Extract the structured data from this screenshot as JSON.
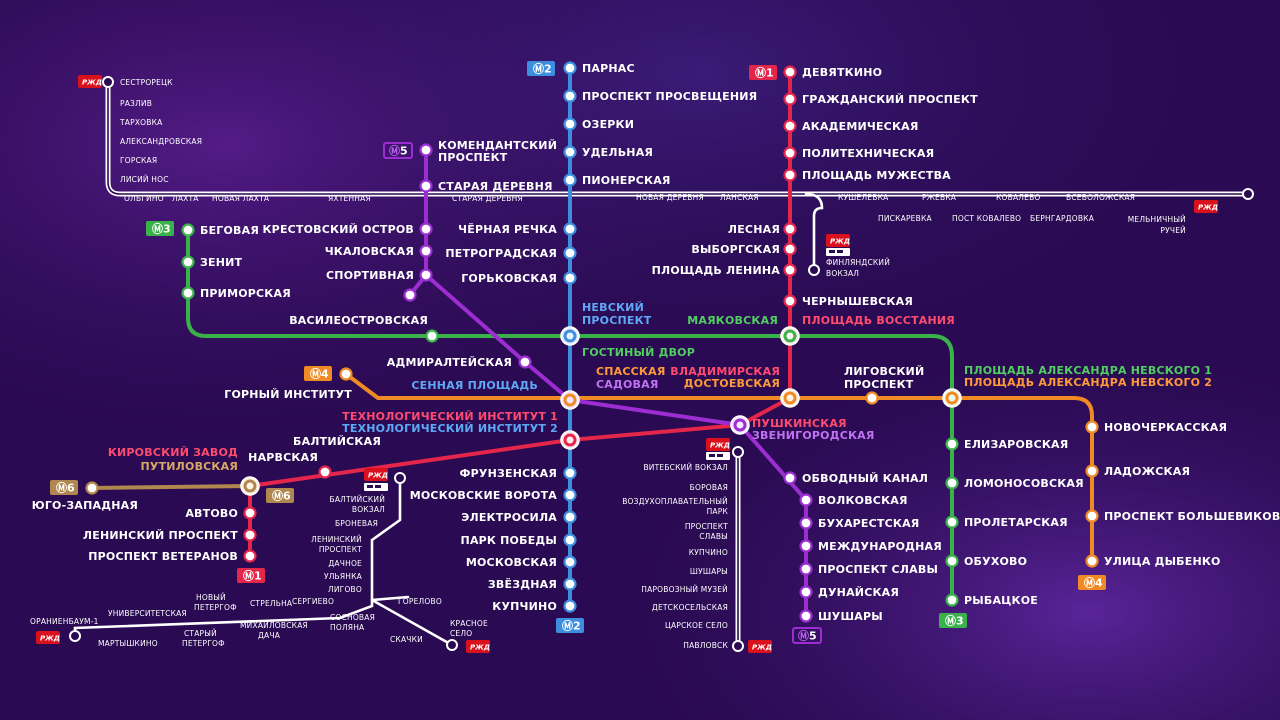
{
  "colors": {
    "background": "#2a0a52",
    "line1": "#e4264b",
    "line2": "#3e8ee0",
    "line3": "#38b249",
    "line4": "#f08a24",
    "line5": "#9b2dd1",
    "line6": "#b0874e",
    "rail": "#ffffff",
    "rzd_badge": "#d9111c",
    "station_fill": "#ffffff",
    "label": "#ffffff"
  },
  "line_badges": {
    "m1_top": "1",
    "m1_bottom": "1",
    "m2_top": "2",
    "m2_bottom": "2",
    "m3_top": "3",
    "m3_bottom": "3",
    "m4_top": "4",
    "m4_bottom": "4",
    "m5_top": "5",
    "m5_bottom": "5",
    "m6_left": "6",
    "m6_right": "6"
  },
  "rzd_logo_text": "РЖД",
  "metro": {
    "line1": [
      "ДЕВЯТКИНО",
      "ГРАЖДАНСКИЙ ПРОСПЕКТ",
      "АКАДЕМИЧЕСКАЯ",
      "ПОЛИТЕХНИЧЕСКАЯ",
      "ПЛОЩАДЬ МУЖЕСТВА",
      "ЛЕСНАЯ",
      "ВЫБОРГСКАЯ",
      "ПЛОЩАДЬ ЛЕНИНА",
      "ЧЕРНЫШЕВСКАЯ",
      "ПЛОЩАДЬ ВОССТАНИЯ",
      "ВЛАДИМИРСКАЯ",
      "ПУШКИНСКАЯ",
      "ТЕХНОЛОГИЧЕСКИЙ ИНСТИТУТ 1",
      "БАЛТИЙСКАЯ",
      "НАРВСКАЯ",
      "КИРОВСКИЙ ЗАВОД",
      "АВТОВО",
      "ЛЕНИНСКИЙ ПРОСПЕКТ",
      "ПРОСПЕКТ ВЕТЕРАНОВ"
    ],
    "line2": [
      "ПАРНАС",
      "ПРОСПЕКТ ПРОСВЕЩЕНИЯ",
      "ОЗЕРКИ",
      "УДЕЛЬНАЯ",
      "ПИОНЕРСКАЯ",
      "ЧЁРНАЯ РЕЧКА",
      "ПЕТРОГРАДСКАЯ",
      "ГОРЬКОВСКАЯ",
      "НЕВСКИЙ",
      "ПРОСПЕКТ",
      "СЕННАЯ ПЛОЩАДЬ",
      "ТЕХНОЛОГИЧЕСКИЙ ИНСТИТУТ 2",
      "ФРУНЗЕНСКАЯ",
      "МОСКОВСКИЕ ВОРОТА",
      "ЭЛЕКТРОСИЛА",
      "ПАРК ПОБЕДЫ",
      "МОСКОВСКАЯ",
      "ЗВЁЗДНАЯ",
      "КУПЧИНО"
    ],
    "line3": [
      "БЕГОВАЯ",
      "ЗЕНИТ",
      "ПРИМОРСКАЯ",
      "ВАСИЛЕОСТРОВСКАЯ",
      "ГОСТИНЫЙ ДВОР",
      "МАЯКОВСКАЯ",
      "ПЛОЩАДЬ АЛЕКСАНДРА НЕВСКОГО 1",
      "ЕЛИЗАРОВСКАЯ",
      "ЛОМОНОСОВСКАЯ",
      "ПРОЛЕТАРСКАЯ",
      "ОБУХОВО",
      "РЫБАЦКОЕ"
    ],
    "line4": [
      "ГОРНЫЙ ИНСТИТУТ",
      "СПАССКАЯ",
      "ДОСТОЕВСКАЯ",
      "ЛИГОВСКИЙ",
      "ПРОСПЕКТ",
      "ПЛОЩАДЬ АЛЕКСАНДРА НЕВСКОГО 2",
      "НОВОЧЕРКАССКАЯ",
      "ЛАДОЖСКАЯ",
      "ПРОСПЕКТ БОЛЬШЕВИКОВ",
      "УЛИЦА ДЫБЕНКО"
    ],
    "line5": [
      "КОМЕНДАНТСКИЙ",
      "ПРОСПЕКТ",
      "СТАРАЯ ДЕРЕВНЯ",
      "КРЕСТОВСКИЙ ОСТРОВ",
      "ЧКАЛОВСКАЯ",
      "СПОРТИВНАЯ",
      "АДМИРАЛТЕЙСКАЯ",
      "САДОВАЯ",
      "ЗВЕНИГОРОДСКАЯ",
      "ОБВОДНЫЙ КАНАЛ",
      "ВОЛКОВСКАЯ",
      "БУХАРЕСТСКАЯ",
      "МЕЖДУНАРОДНАЯ",
      "ПРОСПЕКТ СЛАВЫ",
      "ДУНАЙСКАЯ",
      "ШУШАРЫ"
    ],
    "line6": [
      "ЮГО-ЗАПАДНАЯ",
      "ПУТИЛОВСКАЯ"
    ]
  },
  "rail": {
    "north": [
      "СЕСТРОРЕЦК",
      "РАЗЛИВ",
      "ТАРХОВКА",
      "АЛЕКСАНДРОВСКАЯ",
      "ГОРСКАЯ",
      "ЛИСИЙ НОС",
      "ОЛЬГИНО",
      "ЛАХТА",
      "НОВАЯ ЛАХТА",
      "ЯХТЕННАЯ",
      "СТАРАЯ ДЕРЕВНЯ",
      "НОВАЯ ДЕРЕВНЯ",
      "ЛАНСКАЯ",
      "КУШЕЛЕВКА",
      "РЖЕВКА",
      "КОВАЛЕВО",
      "ВСЕВОЛОЖСКАЯ",
      "ПИСКАРЕВКА",
      "ПОСТ КОВАЛЕВО",
      "БЕРНГАРДОВКА",
      "МЕЛЬНИЧНЫЙ",
      "РУЧЕЙ",
      "ФИНЛЯНДСКИЙ",
      "ВОКЗАЛ"
    ],
    "baltic": [
      "БАЛТИЙСКИЙ",
      "ВОКЗАЛ",
      "БРОНЕВАЯ",
      "ЛЕНИНСКИЙ",
      "ПРОСПЕКТ",
      "ДАЧНОЕ",
      "УЛЬЯНКА",
      "ЛИГОВО",
      "ГОРЕЛОВО",
      "СОСНОВАЯ",
      "ПОЛЯНА",
      "СКАЧКИ",
      "КРАСНОЕ",
      "СЕЛО",
      "СЕРГИЕВО",
      "СТРЕЛЬНА",
      "МИХАЙЛОВСКАЯ",
      "ДАЧА",
      "НОВЫЙ",
      "ПЕТЕРГОФ",
      "СТАРЫЙ",
      "ПЕТЕРГОФ",
      "УНИВЕРСИТЕТСКАЯ",
      "МАРТЫШКИНО",
      "ОРАНИЕНБАУМ-1"
    ],
    "vitebsk": [
      "ВИТЕБСКИЙ ВОКЗАЛ",
      "БОРОВАЯ",
      "ВОЗДУХОПЛАВАТЕЛЬНЫЙ",
      "ПАРК",
      "ПРОСПЕКТ",
      "СЛАВЫ",
      "КУПЧИНО",
      "ШУШАРЫ",
      "ПАРОВОЗНЫЙ МУЗЕЙ",
      "ДЕТСКОСЕЛЬСКАЯ",
      "ЦАРСКОЕ СЕЛО",
      "ПАВЛОВСК"
    ]
  }
}
